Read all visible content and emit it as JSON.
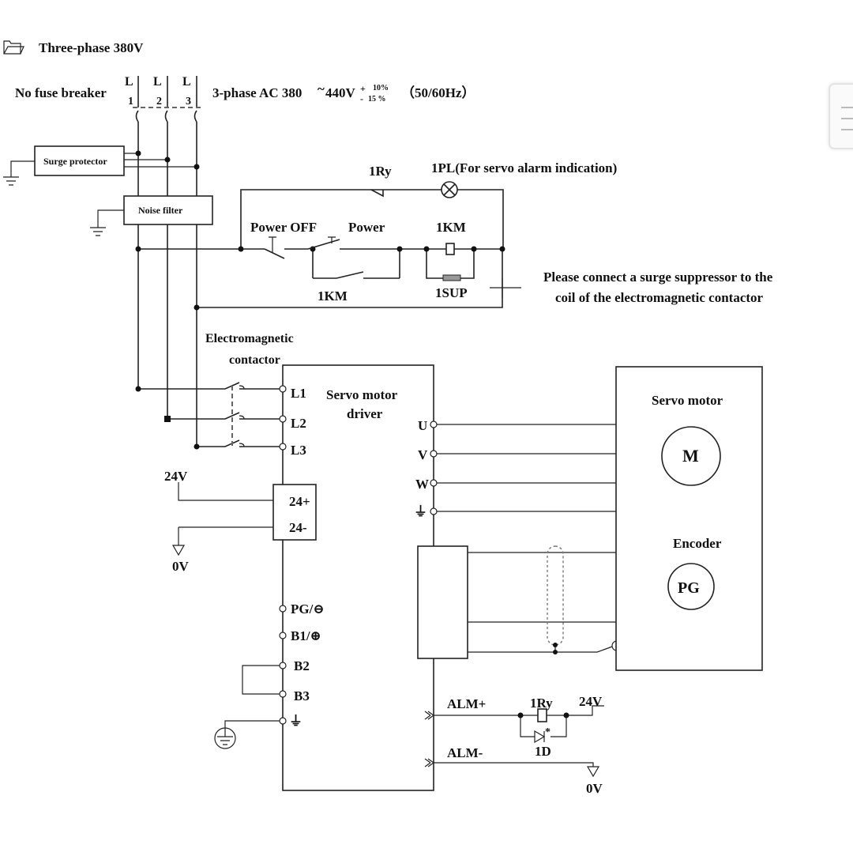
{
  "header": {
    "folder_icon": "folder-icon",
    "title": "Three-phase 380V"
  },
  "supply": {
    "breaker_label": "No fuse breaker",
    "phase_L1": [
      "L",
      "1"
    ],
    "phase_L2": [
      "L",
      "2"
    ],
    "phase_L3": [
      "L",
      "3"
    ],
    "spec_main": "3-phase AC 380",
    "spec_tilde": "~",
    "spec_main2": "440V",
    "spec_tol_plus": "+",
    "spec_tol_minus": "-",
    "spec_tol_up": "10%",
    "spec_tol_down": "15 %",
    "spec_freq": "（50/60Hz）"
  },
  "protection": {
    "surge_protector": "Surge protector",
    "noise_filter": "Noise filter"
  },
  "control_circuit": {
    "relay": "1Ry",
    "alarm_lamp": "1PL(For servo alarm indication)",
    "power_off": "Power OFF",
    "power_on": "Power",
    "contactor_coil": "1KM",
    "contactor_aux": "1KM",
    "suppressor": "1SUP",
    "note_line1": "Please connect a surge suppressor to the",
    "note_line2": "coil of the electromagnetic contactor"
  },
  "contactor": {
    "line1": "Electromagnetic",
    "line2": "contactor"
  },
  "driver": {
    "title_line1": "Servo motor",
    "title_line2": "driver",
    "inputs": [
      "L1",
      "L2",
      "L3"
    ],
    "outputs": [
      "U",
      "V",
      "W"
    ],
    "power_in": [
      "24+",
      "24-"
    ],
    "regen": [
      "PG/⊖",
      "B1/⊕",
      "B2",
      "B3"
    ],
    "ground_symbol": "⏚",
    "alarm": [
      "ALM+",
      "ALM-"
    ]
  },
  "dc_supply": {
    "v24_top": "24V",
    "v0_left": "0V",
    "v24_alarm": "24V",
    "v0_alarm": "0V"
  },
  "motor": {
    "title": "Servo motor",
    "symbol": "M",
    "encoder_title": "Encoder",
    "encoder_symbol": "PG"
  },
  "alarm_circuit": {
    "relay": "1Ry",
    "diode": "1D",
    "mark": "*"
  }
}
